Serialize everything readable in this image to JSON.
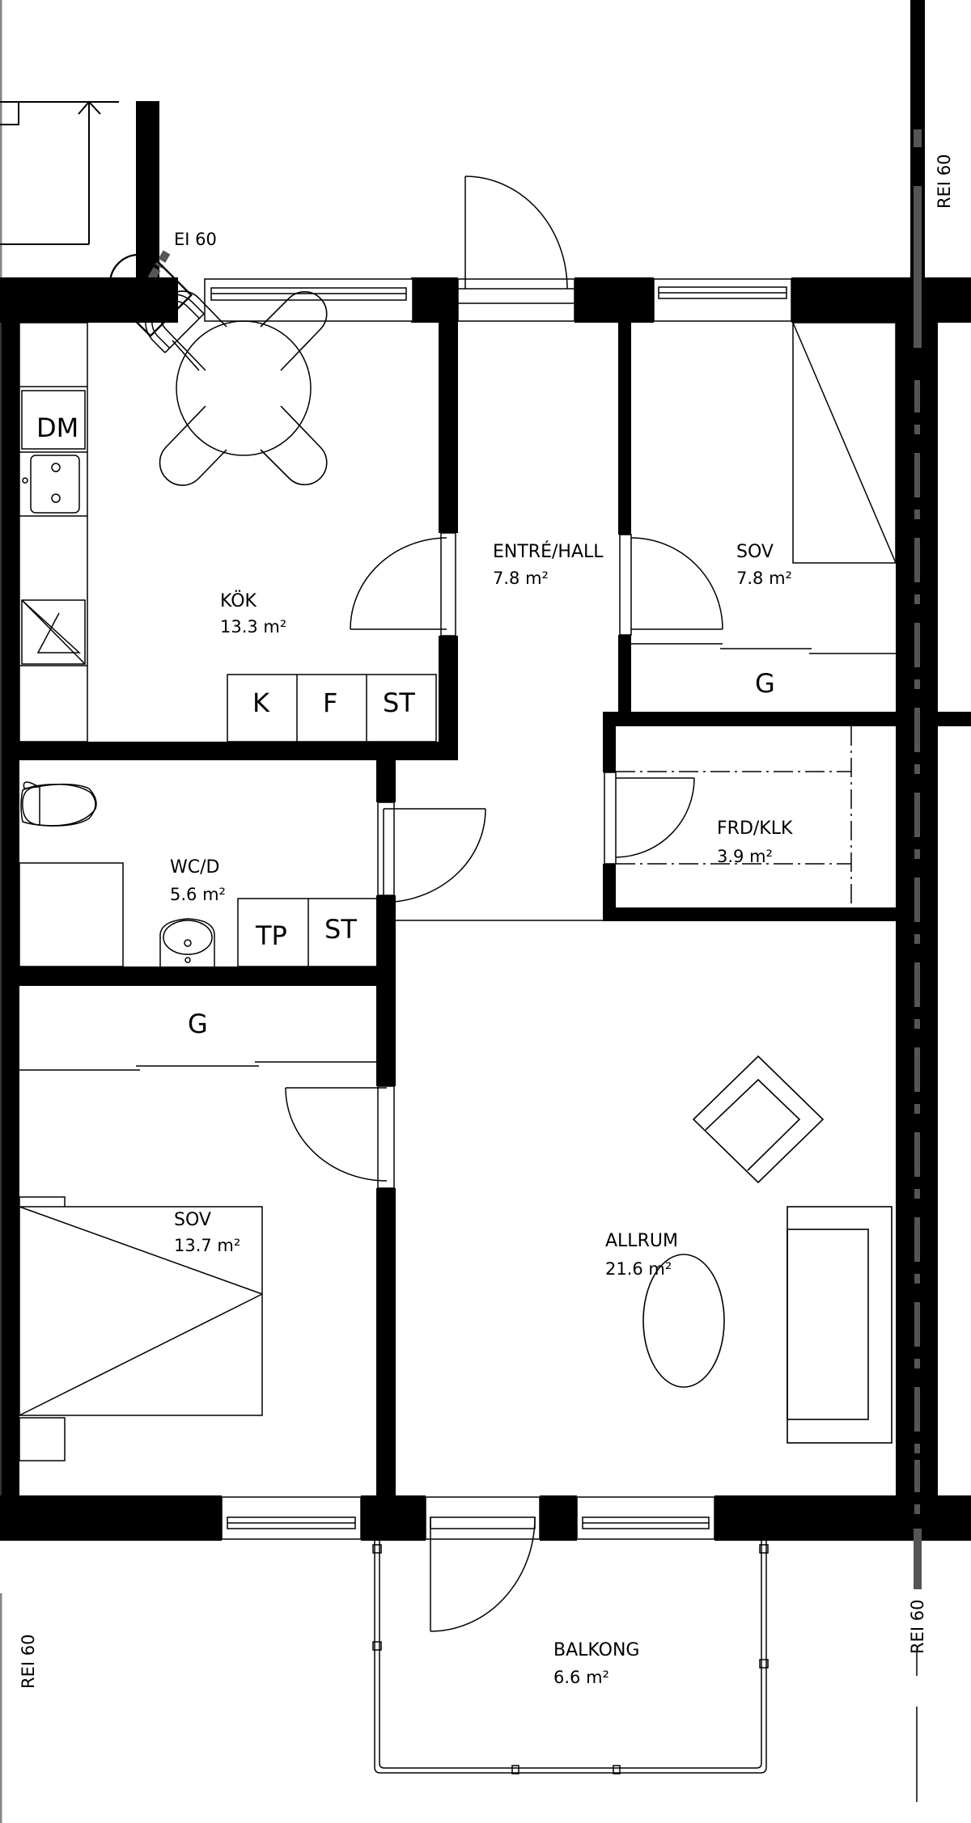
{
  "plan": {
    "rooms": [
      {
        "id": "kok",
        "name": "KÖK",
        "area": "13.3 m²"
      },
      {
        "id": "entre",
        "name": "ENTRÉ/HALL",
        "area": "7.8 m²"
      },
      {
        "id": "sov_small",
        "name": "SOV",
        "area": "7.8 m²"
      },
      {
        "id": "wc",
        "name": "WC/D",
        "area": "5.6 m²"
      },
      {
        "id": "frd",
        "name": "FRD/KLK",
        "area": "3.9 m²"
      },
      {
        "id": "sov_large",
        "name": "SOV",
        "area": "13.7 m²"
      },
      {
        "id": "allrum",
        "name": "ALLRUM",
        "area": "21.6 m²"
      },
      {
        "id": "balkong",
        "name": "BALKONG",
        "area": "6.6 m²"
      }
    ],
    "fixtures": {
      "dishwasher": "DM",
      "fridge": "K",
      "freezer": "F",
      "kitchen_cabinet": "ST",
      "dryer": "TP",
      "bath_cabinet": "ST",
      "wardrobe_bedroom_small": "G",
      "wardrobe_bedroom_large": "G"
    },
    "fire_ratings": {
      "top_left_wall": "EI 60",
      "top_right_wall": "REI 60",
      "bottom_left_wall": "REI 60",
      "bottom_right_wall": "REI 60"
    },
    "colors": {
      "wall": "#000000",
      "fire_line": "#4d4d4d",
      "background": "#ffffff"
    }
  }
}
